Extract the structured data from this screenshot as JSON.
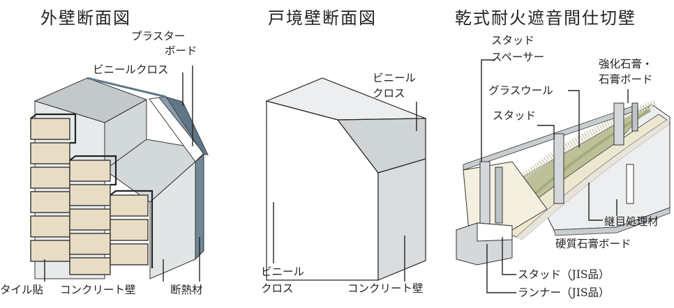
{
  "panels": [
    {
      "title": "外壁断面図",
      "labels": {
        "plaster_board_1": "プラスター",
        "plaster_board_2": "ボード",
        "vinyl_cloth": "ビニールクロス",
        "tile": "タイル貼",
        "concrete": "コンクリート壁",
        "insulation": "断熱材"
      }
    },
    {
      "title": "戸境壁断面図",
      "labels": {
        "vinyl_top_1": "ビニール",
        "vinyl_top_2": "クロス",
        "vinyl_bottom_1": "ビニール",
        "vinyl_bottom_2": "クロス",
        "concrete": "コンクリート壁"
      }
    },
    {
      "title": "乾式耐火遮音間仕切壁",
      "labels": {
        "stud_spacer_1": "スタッド",
        "stud_spacer_2": "スペーサー",
        "reinforced_gypsum_1": "強化石膏・",
        "reinforced_gypsum_2": "石膏ボード",
        "glass_wool": "グラスウール",
        "stud": "スタッド",
        "joint_treatment": "継目処理材",
        "hard_gypsum": "硬質石膏ボード",
        "stud_jis": "スタッド（JIS品）",
        "runner_jis": "ランナー（JIS品）"
      }
    }
  ],
  "colors": {
    "wall_front": "#e7eaeb",
    "wall_side": "#d3d8da",
    "wall_top": "#c3c9cb",
    "tile": "#e8dcc4",
    "insulation": "#6f8797",
    "glass_wool": "#bdc197",
    "gypsum": "#eee7cf",
    "metal": "#d4d8db"
  }
}
